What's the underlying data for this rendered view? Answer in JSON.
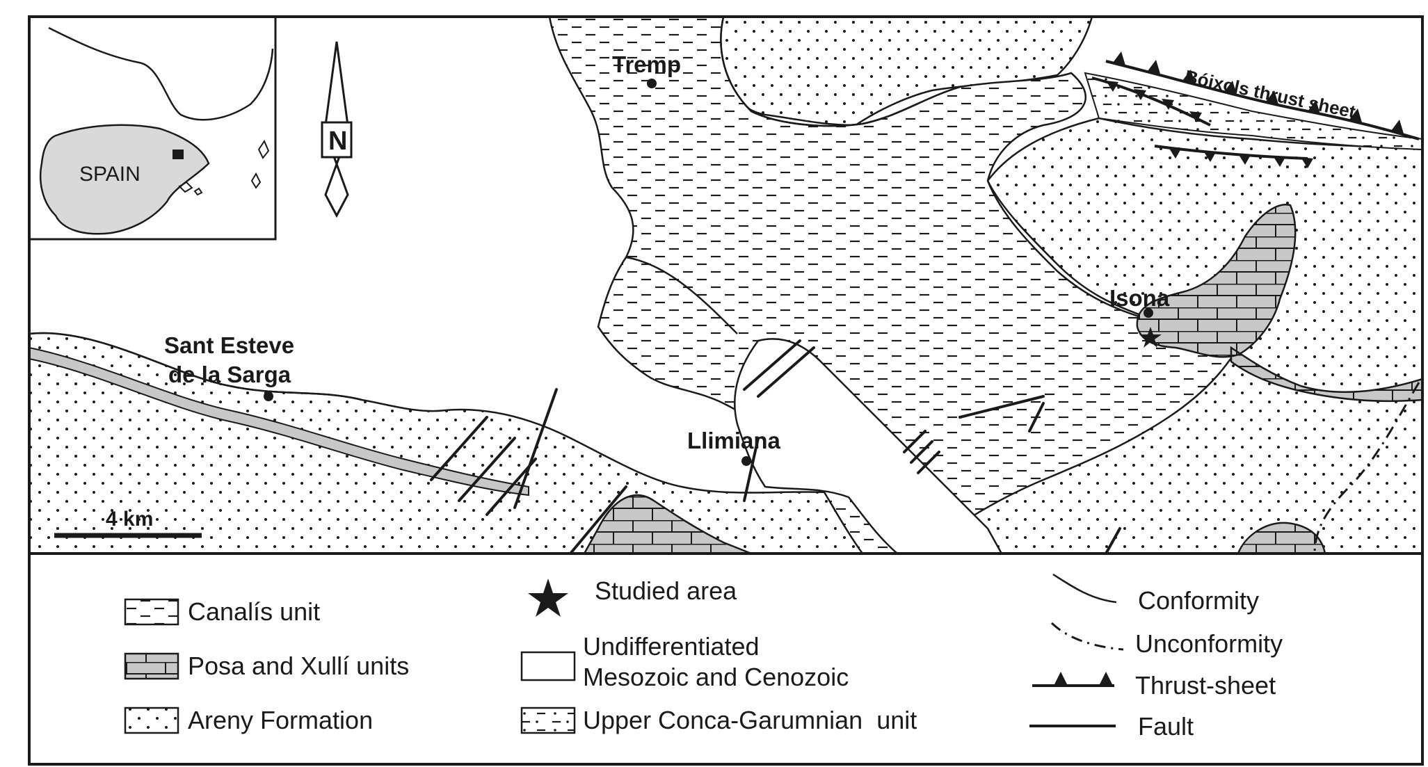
{
  "inset": {
    "country_label": "SPAIN"
  },
  "north_arrow": {
    "letter": "N"
  },
  "places": {
    "tremp": "Tremp",
    "isona": "Isona",
    "sant_esteve_line1": "Sant Esteve",
    "sant_esteve_line2": "de la Sarga",
    "llimiana": "Llimiana"
  },
  "structures": {
    "boixols": "Bóixols thrust sheet"
  },
  "scale_bar": {
    "label": "4 km"
  },
  "legend": {
    "canalis": "Canalís unit",
    "posa_xulli": "Posa and Xullí units",
    "areny": "Areny Formation",
    "studied_area": "Studied area",
    "undiff_line1": "Undifferentiated",
    "undiff_line2": "Mesozoic and Cenozoic",
    "upper_conca": "Upper Conca-Garumnian  unit",
    "conformity": "Conformity",
    "unconformity": "Unconformity",
    "thrust_sheet": "Thrust-sheet",
    "fault": "Fault"
  },
  "colors": {
    "ink": "#1a1a1a",
    "limestone_fill": "#c8c8c8",
    "inset_land": "#d9d9d9",
    "background": "#ffffff"
  }
}
